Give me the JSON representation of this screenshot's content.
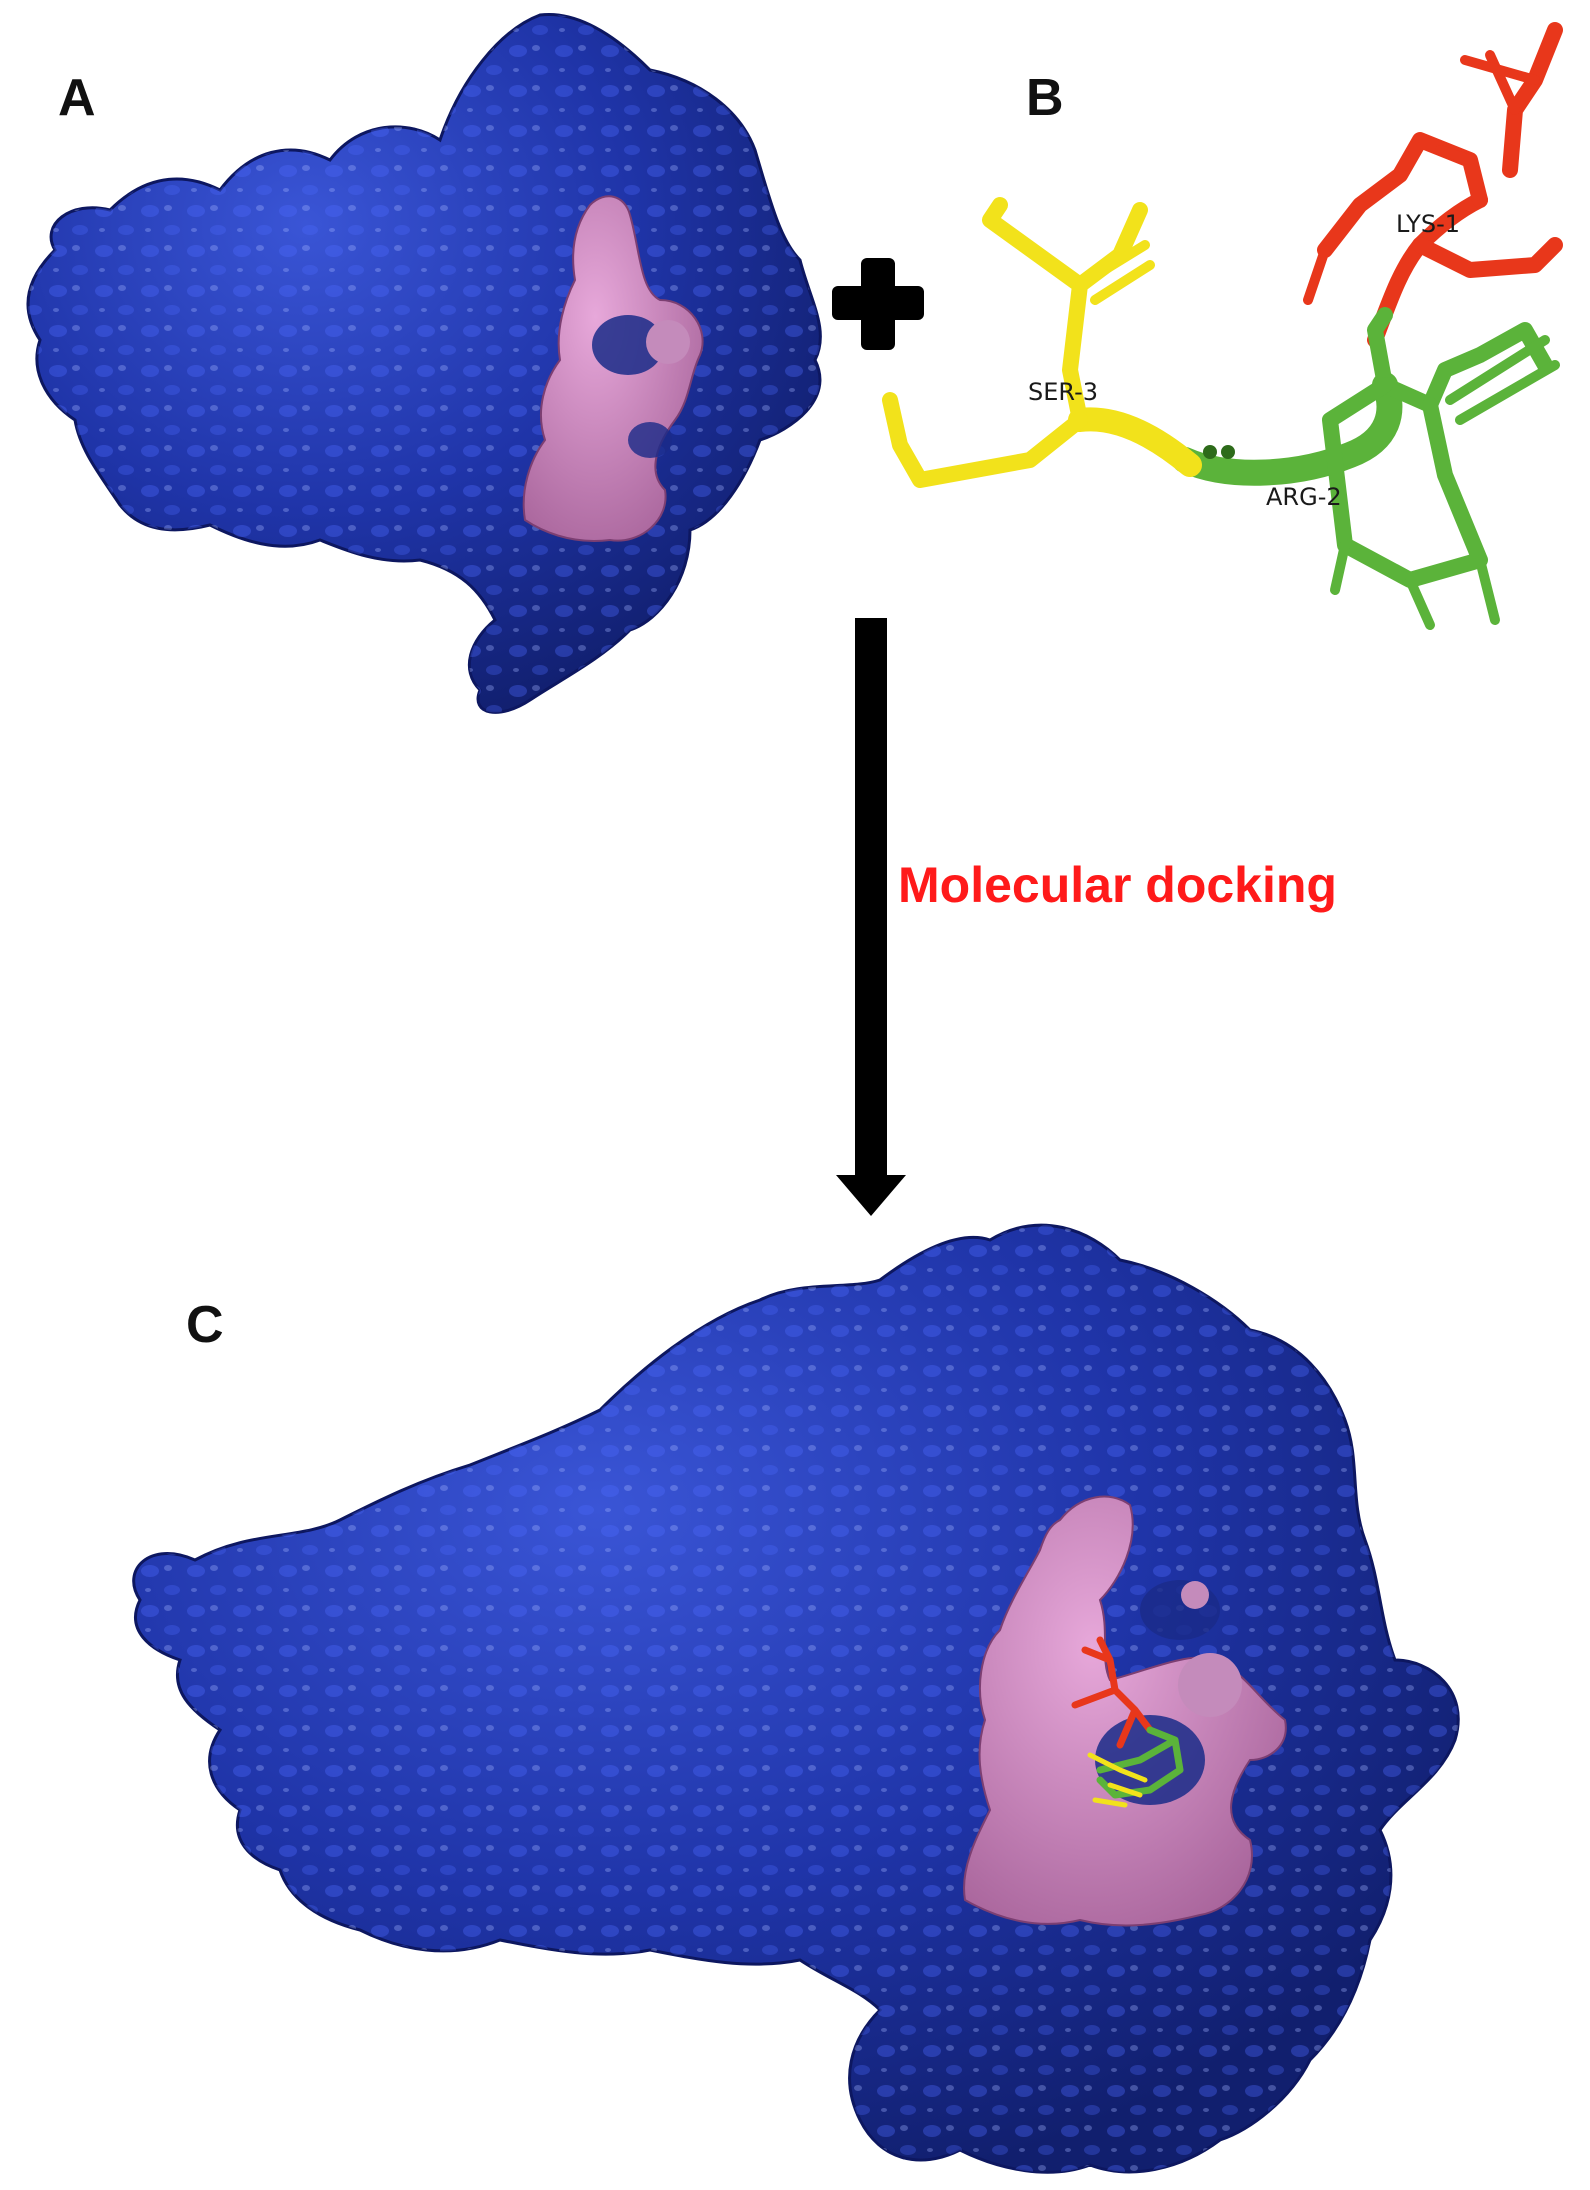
{
  "panels": {
    "a": {
      "letter": "A"
    },
    "b": {
      "letter": "B"
    },
    "c": {
      "letter": "C"
    }
  },
  "ligand": {
    "residues": [
      {
        "label": "LYS-1",
        "color": "#e8371b"
      },
      {
        "label": "ARG-2",
        "color": "#5bb33a"
      },
      {
        "label": "SER-3",
        "color": "#f2e21b"
      }
    ]
  },
  "arrow": {
    "label": "Molecular docking",
    "label_color": "#ff1a1a"
  },
  "colors": {
    "protein_surface": "#1b2e99",
    "binding_pocket": "#c27bb4",
    "arrow": "#000000",
    "plus_sign": "#000000"
  }
}
